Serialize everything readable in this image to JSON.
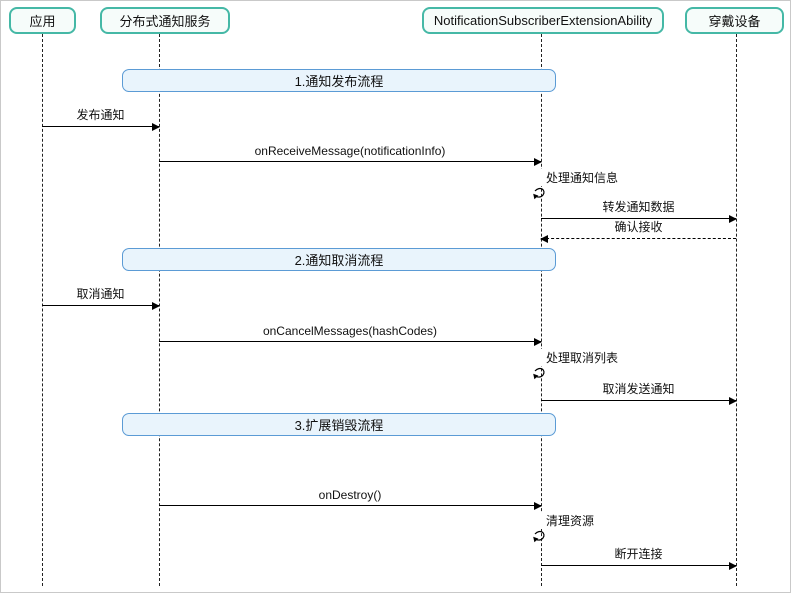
{
  "diagram_title": "NotificationSubscriberExtensionAbility sequence diagram",
  "participants": [
    {
      "label": "应用"
    },
    {
      "label": "分布式通知服务"
    },
    {
      "label": "NotificationSubscriberExtensionAbility"
    },
    {
      "label": "穿戴设备"
    }
  ],
  "sections": [
    {
      "label": "1.通知发布流程"
    },
    {
      "label": "2.通知取消流程"
    },
    {
      "label": "3.扩展销毁流程"
    }
  ],
  "messages": [
    {
      "label": "发布通知",
      "from": "应用",
      "to": "分布式通知服务",
      "style": "solid"
    },
    {
      "label": "onReceiveMessage(notificationInfo)",
      "from": "分布式通知服务",
      "to": "NotificationSubscriberExtensionAbility",
      "style": "solid"
    },
    {
      "label": "转发通知数据",
      "from": "NotificationSubscriberExtensionAbility",
      "to": "穿戴设备",
      "style": "solid"
    },
    {
      "label": "确认接收",
      "from": "穿戴设备",
      "to": "NotificationSubscriberExtensionAbility",
      "style": "dashed"
    },
    {
      "label": "取消通知",
      "from": "应用",
      "to": "分布式通知服务",
      "style": "solid"
    },
    {
      "label": "onCancelMessages(hashCodes)",
      "from": "分布式通知服务",
      "to": "NotificationSubscriberExtensionAbility",
      "style": "solid"
    },
    {
      "label": "取消发送通知",
      "from": "NotificationSubscriberExtensionAbility",
      "to": "穿戴设备",
      "style": "solid"
    },
    {
      "label": "onDestroy()",
      "from": "分布式通知服务",
      "to": "NotificationSubscriberExtensionAbility",
      "style": "solid"
    },
    {
      "label": "断开连接",
      "from": "NotificationSubscriberExtensionAbility",
      "to": "穿戴设备",
      "style": "solid"
    }
  ],
  "self_messages": [
    {
      "label": "处理通知信息",
      "on": "NotificationSubscriberExtensionAbility"
    },
    {
      "label": "处理取消列表",
      "on": "NotificationSubscriberExtensionAbility"
    },
    {
      "label": "清理资源",
      "on": "NotificationSubscriberExtensionAbility"
    }
  ],
  "colors": {
    "participant_border": "#45b8a6",
    "participant_fill": "#f6fcfa",
    "section_border": "#5b9bd5",
    "section_fill": "#e9f4fc",
    "line": "#000000"
  }
}
